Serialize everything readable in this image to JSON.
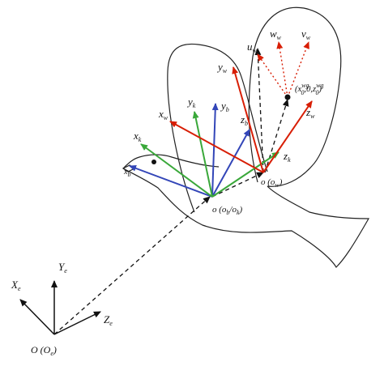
{
  "colors": {
    "outline": "#222222",
    "black_axes": "#111111",
    "red_axes": "#d81e05",
    "green_axes": "#3aa83a",
    "blue_axes": "#3346b8",
    "dashed": "#111111"
  },
  "labels": {
    "earth_x": "X",
    "earth_x_sub": "e",
    "earth_y": "Y",
    "earth_y_sub": "e",
    "earth_z": "Z",
    "earth_z_sub": "e",
    "earth_origin": "O (O",
    "earth_origin_sub": "e",
    "earth_origin_close": ")",
    "body_origin": "o (o",
    "body_origin_sub1": "b",
    "body_origin_mid": "/o",
    "body_origin_sub2": "k",
    "body_origin_close": ")",
    "wing_origin": "o (o",
    "wing_origin_sub": "w",
    "wing_origin_close": ")",
    "xk": "x",
    "xk_sub": "k",
    "xb": "x",
    "xb_sub": "b",
    "yk": "y",
    "yk_sub": "k",
    "yb": "y",
    "yb_sub": "b",
    "zb": "z",
    "zb_sub": "b",
    "zk": "z",
    "zk_sub": "k",
    "xw": "x",
    "xw_sub": "w",
    "yw": "y",
    "yw_sub": "w",
    "zw": "z",
    "zw_sub": "w",
    "uw": "u",
    "uw_sub": "w",
    "ww": "w",
    "ww_sub": "w",
    "vw": "v",
    "vw_sub": "w",
    "point_open": "(x",
    "point_x_sup": "wg",
    "point_x_sub": "0",
    "point_mid": ",0,z",
    "point_z_sup": "wg",
    "point_z_sub": "0",
    "point_close": ")"
  }
}
